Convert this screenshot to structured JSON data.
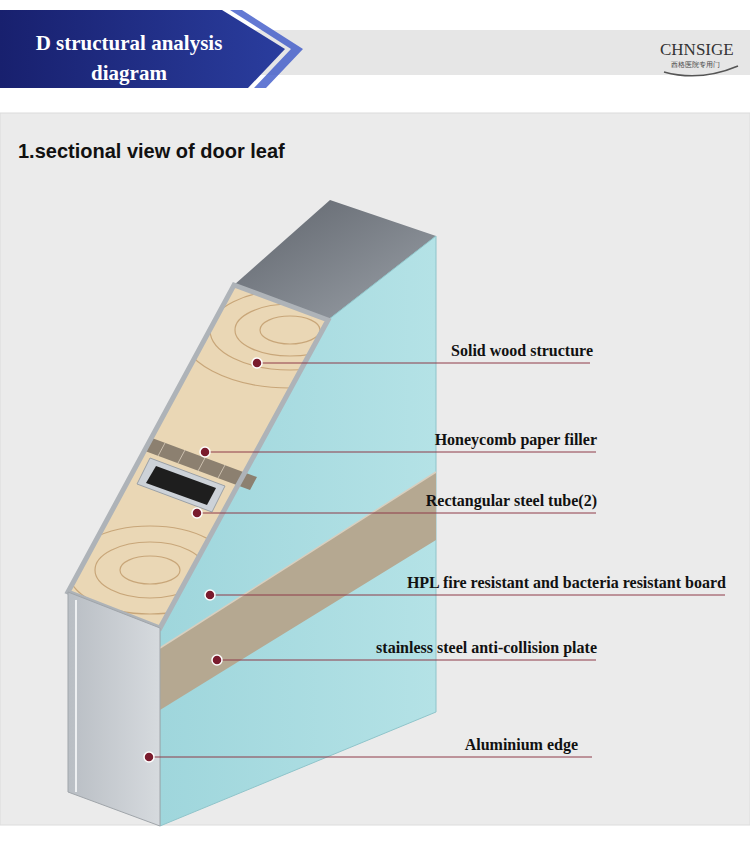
{
  "diagram": {
    "title": "D structural analysis diagram",
    "labels": [
      "CHNSIGE",
      "西格医院专用门",
      "1.sectional view of door leaf",
      "Solid wood structure",
      "Honeycomb paper filler",
      "Rectangular steel tube(2)",
      "HPL fire resistant and bacteria resistant board",
      "stainless steel anti-collision plate",
      "Aluminium edge"
    ]
  }
}
